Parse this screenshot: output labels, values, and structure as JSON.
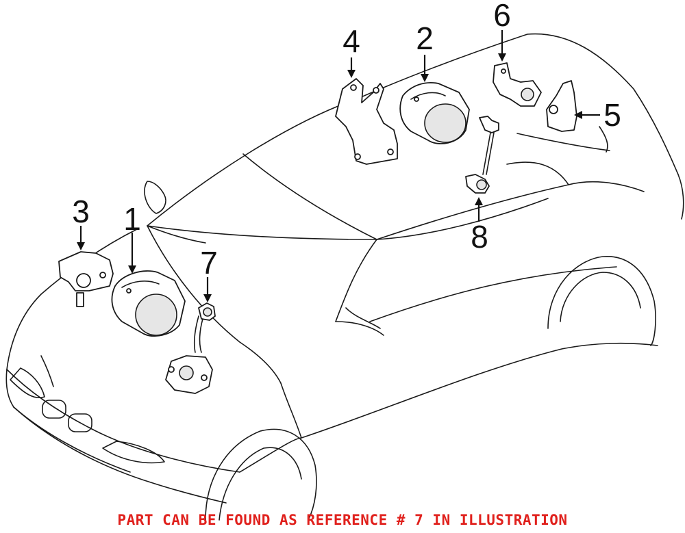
{
  "callouts": [
    {
      "id": "1",
      "label": "1"
    },
    {
      "id": "2",
      "label": "2"
    },
    {
      "id": "3",
      "label": "3"
    },
    {
      "id": "4",
      "label": "4"
    },
    {
      "id": "5",
      "label": "5"
    },
    {
      "id": "6",
      "label": "6"
    },
    {
      "id": "7",
      "label": "7"
    },
    {
      "id": "8",
      "label": "8"
    }
  ],
  "caption": {
    "text": "PART CAN BE FOUND AS REFERENCE # 7 IN ILLUSTRATION",
    "color": "#e0201c"
  },
  "colors": {
    "line": "#1a1a1a",
    "background": "#ffffff"
  }
}
